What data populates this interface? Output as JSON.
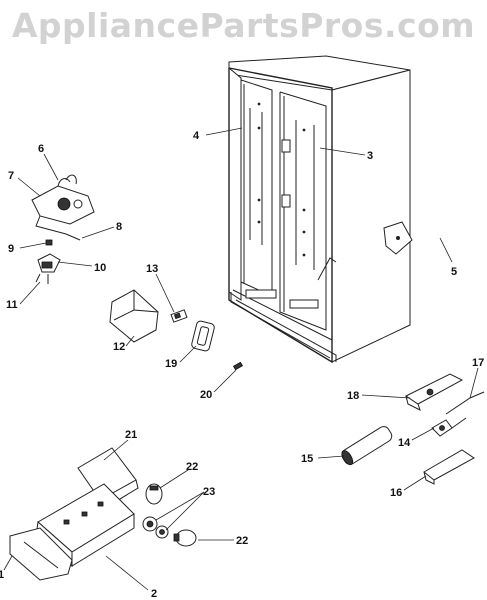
{
  "watermark": "AppliancePartsPros.com",
  "callouts": [
    "1",
    "2",
    "3",
    "4",
    "5",
    "6",
    "7",
    "8",
    "9",
    "10",
    "11",
    "12",
    "13",
    "14",
    "15",
    "16",
    "17",
    "18",
    "19",
    "20",
    "21",
    "22",
    "22",
    "23"
  ]
}
